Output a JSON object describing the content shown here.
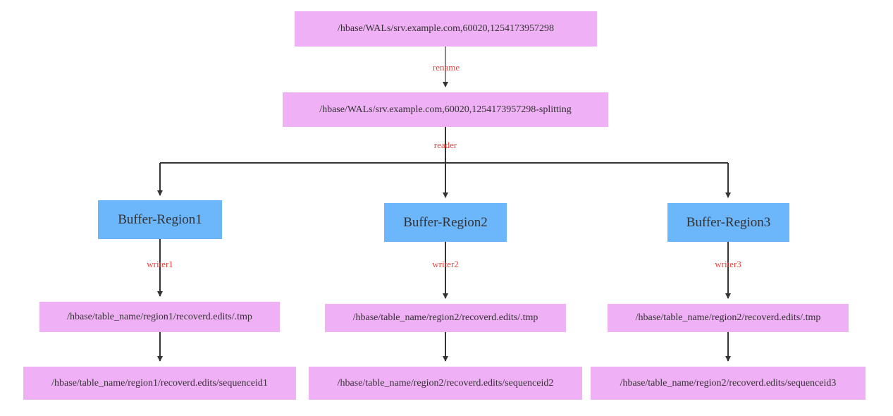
{
  "nodes": {
    "wal": {
      "text": "/hbase/WALs/srv.example.com,60020,1254173957298"
    },
    "splitting": {
      "text": "/hbase/WALs/srv.example.com,60020,1254173957298-splitting"
    },
    "buffer1": {
      "text": "Buffer-Region1"
    },
    "buffer2": {
      "text": "Buffer-Region2"
    },
    "buffer3": {
      "text": "Buffer-Region3"
    },
    "tmp1": {
      "text": "/hbase/table_name/region1/recoverd.edits/.tmp"
    },
    "tmp2": {
      "text": "/hbase/table_name/region2/recoverd.edits/.tmp"
    },
    "tmp3": {
      "text": "/hbase/table_name/region2/recoverd.edits/.tmp"
    },
    "seq1": {
      "text": "/hbase/table_name/region1/recoverd.edits/sequenceid1"
    },
    "seq2": {
      "text": "/hbase/table_name/region2/recoverd.edits/sequenceid2"
    },
    "seq3": {
      "text": "/hbase/table_name/region2/recoverd.edits/sequenceid3"
    }
  },
  "edge_labels": {
    "rename": "rename",
    "reader": "reader",
    "writer1": "writer1",
    "writer2": "writer2",
    "writer3": "writer3"
  },
  "colors": {
    "file_node": "#f0b0f5",
    "buffer_node": "#6cb6fb",
    "edge": "#333333",
    "edge_label": "#e8453c"
  }
}
